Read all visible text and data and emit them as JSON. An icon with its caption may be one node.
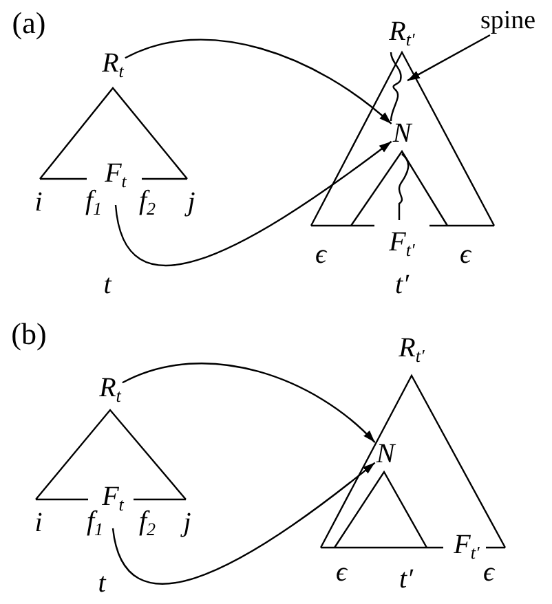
{
  "diagram": {
    "nodes": [
      {
        "text": [
          "R$_{t}$"
        ]
      },
      {
        "text": [
          "F$_{t}$"
        ]
      },
      {
        "text": [
          "N"
        ]
      },
      {
        "text": [
          "spine"
        ]
      },
      {
        "text": [],
        "shape": "brace"
      },
      {
        "text": [
          "R$_{t}$"
        ]
      },
      {
        "text": [
          "F$_{t}$"
        ]
      },
      {
        "text": [
          "N"
        ]
      }
    ],
    "edges": [
      {
        "from": 0,
        "to": 2,
        "arrow": "to"
      },
      {
        "from": 1,
        "to": 2,
        "arrow": "to"
      },
      {
        "from": 3,
        "to": 4,
        "arrow": "to"
      },
      {
        "from": 5,
        "to": 7,
        "arrow": "to"
      },
      {
        "from": 6,
        "to": 7,
        "arrow": "to"
      }
    ],
    "labels": [
      "(a)",
      "R$_{t′}$",
      "i",
      "*f*$_{1}$",
      "*f*$_{2}$",
      "j",
      "F$_{t′}$",
      "ϵ",
      "ϵ",
      "t",
      "t′",
      "(b)",
      "R$_{t′}$",
      "i",
      "*f*$_{1}$",
      "*f*$_{2}$",
      "j",
      "F$_{t′}$",
      "ϵ",
      "ϵ",
      "t",
      "t′"
    ]
  }
}
